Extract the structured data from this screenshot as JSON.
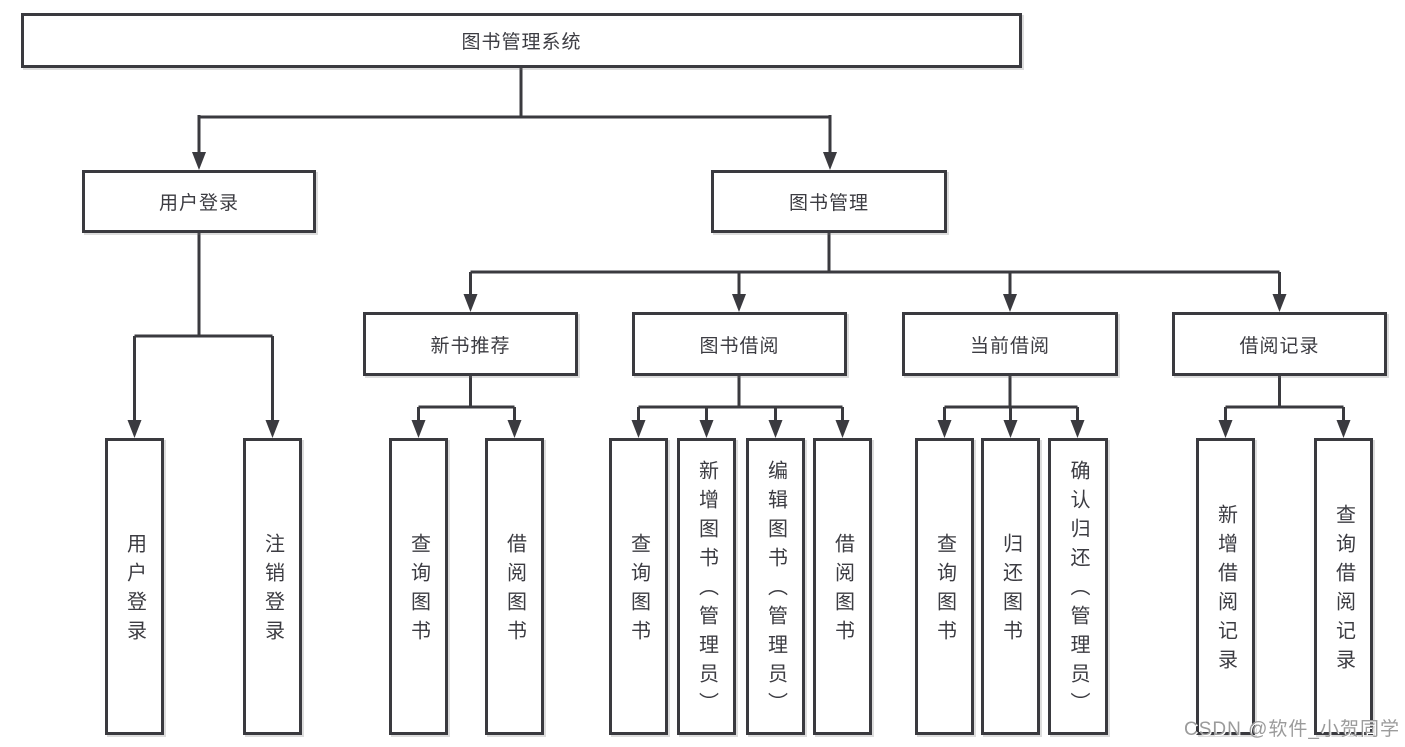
{
  "colors": {
    "line": "#3a3a3f",
    "text": "#3c3c42",
    "box_background": "#ffffff",
    "watermark": "#9b9b9b"
  },
  "diagram": {
    "root": {
      "label": "图书管理系统"
    },
    "branches": [
      {
        "label": "用户登录",
        "children": [
          {
            "label": "用户登录"
          },
          {
            "label": "注销登录"
          }
        ]
      },
      {
        "label": "图书管理",
        "children": [
          {
            "label": "新书推荐",
            "children": [
              {
                "label": "查询图书"
              },
              {
                "label": "借阅图书"
              }
            ]
          },
          {
            "label": "图书借阅",
            "children": [
              {
                "label": "查询图书"
              },
              {
                "label": "新增图书（管理员）"
              },
              {
                "label": "编辑图书（管理员）"
              },
              {
                "label": "借阅图书"
              }
            ]
          },
          {
            "label": "当前借阅",
            "children": [
              {
                "label": "查询图书"
              },
              {
                "label": "归还图书"
              },
              {
                "label": "确认归还（管理员）"
              }
            ]
          },
          {
            "label": "借阅记录",
            "children": [
              {
                "label": "新增借阅记录"
              },
              {
                "label": "查询借阅记录"
              }
            ]
          }
        ]
      }
    ]
  },
  "watermark": {
    "text": "CSDN @软件_小贺同学"
  }
}
